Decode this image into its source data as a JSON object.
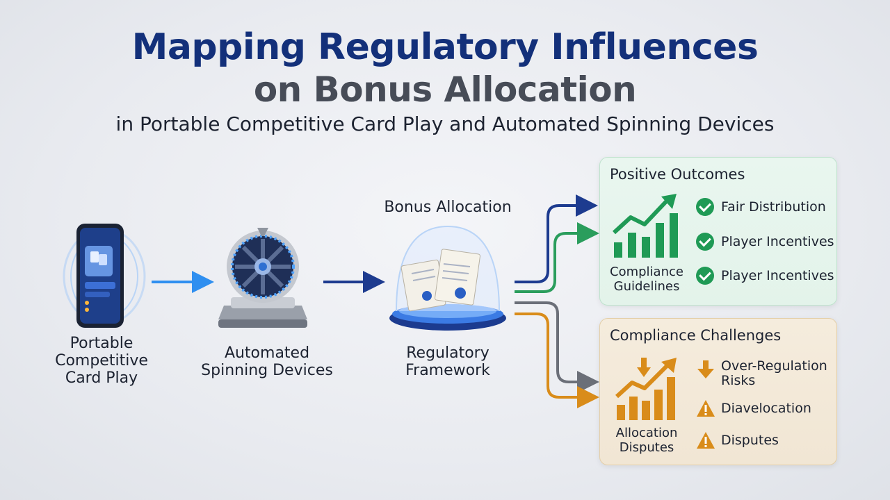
{
  "title": {
    "line1": "Mapping Regulatory Influences",
    "line2": "on Bonus Allocation",
    "subtitle": "in Portable Competitive Card Play and Automated Spinning Devices"
  },
  "nodes": [
    {
      "id": "portable",
      "label_lines": [
        "Portable",
        "Competitive",
        "Card Play"
      ],
      "icon": "smartphone-icon"
    },
    {
      "id": "spinning",
      "label_lines": [
        "Automated",
        "Spinning Devices"
      ],
      "icon": "spinning-wheel-icon"
    },
    {
      "id": "regulatory",
      "top_label": "Bonus Allocation",
      "label_lines": [
        "Regulatory",
        "Framework"
      ],
      "icon": "scroll-dome-icon"
    }
  ],
  "positive_panel": {
    "title": "Positive Outcomes",
    "chart_caption": [
      "Compliance",
      "Guidelines"
    ],
    "items": [
      "Fair Distribution",
      "Player Incentives",
      "Player Incentives"
    ],
    "accent": "#1f9a55"
  },
  "challenge_panel": {
    "title": "Compliance Challenges",
    "chart_caption": [
      "Allocation",
      "Disputes"
    ],
    "items": [
      {
        "lines": [
          "Over-Regulation",
          "Risks"
        ],
        "icon": "down-arrow-icon"
      },
      {
        "lines": [
          "Diavelocation"
        ],
        "icon": "warning-icon"
      },
      {
        "lines": [
          "Disputes"
        ],
        "icon": "warning-icon"
      }
    ],
    "accent": "#d98c1a"
  },
  "colors": {
    "title_blue": "#13307a",
    "title_gray": "#474c57",
    "arrow_light_blue": "#2f8ff0",
    "arrow_navy": "#1d3b8f",
    "arrow_green": "#2a9d5c",
    "arrow_gray": "#6b6f78",
    "arrow_orange": "#d98c1a"
  }
}
